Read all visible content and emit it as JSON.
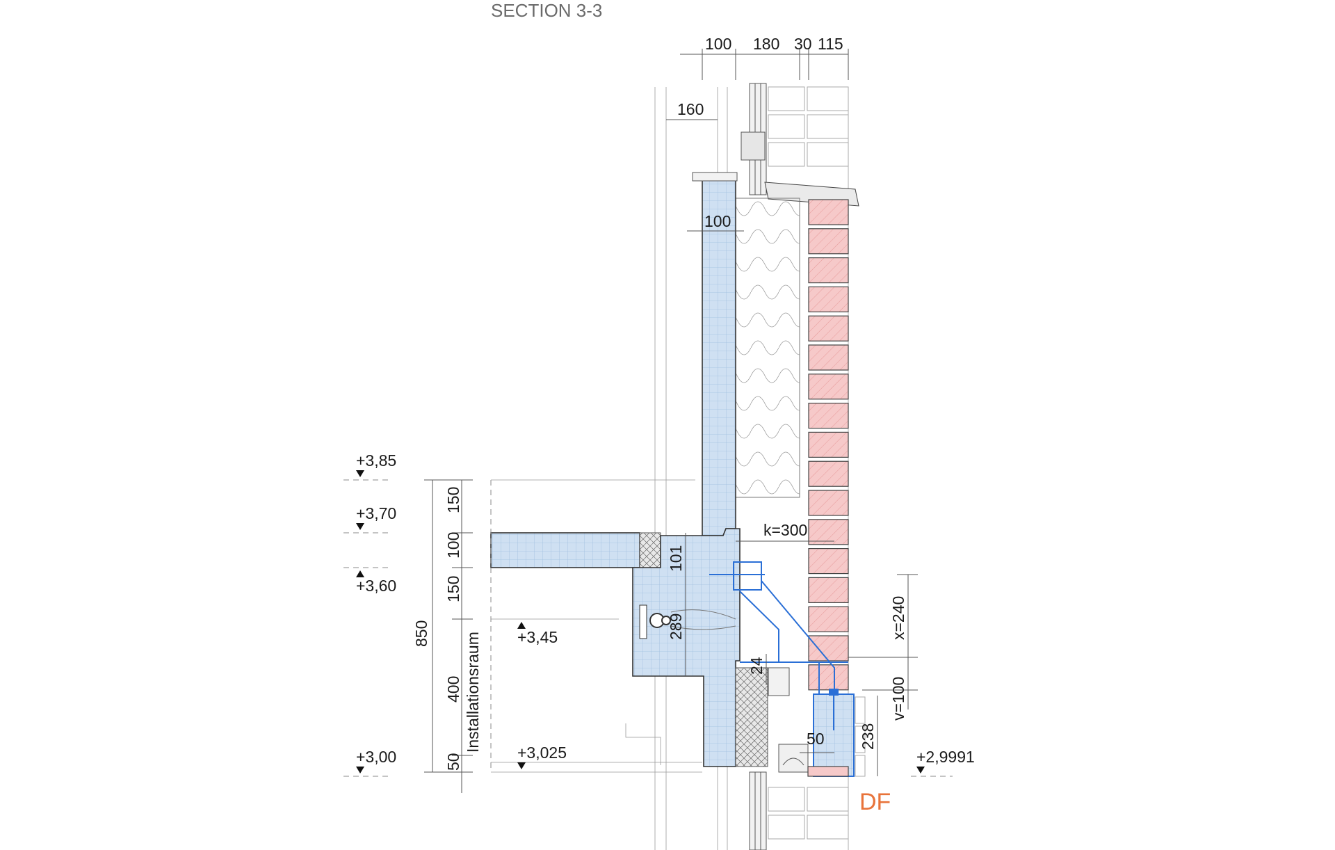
{
  "title": "SECTION 3-3",
  "top_dims": [
    "100",
    "180",
    "30",
    "115"
  ],
  "inner_dims": {
    "d160": "160",
    "d100": "100",
    "k": "k=300",
    "d101": "101",
    "d289": "289",
    "d24": "24",
    "x": "x=240",
    "v": "v=100",
    "d238": "238",
    "d50": "50"
  },
  "left_dims": {
    "total": "850",
    "segments": [
      "150",
      "100",
      "150",
      "400",
      "50"
    ],
    "room_label": "Installationsraum"
  },
  "levels": {
    "l385": "+3,85",
    "l370": "+3,70",
    "l360": "+3,60",
    "l345": "+3,45",
    "l3025": "+3,025",
    "l300": "+3,00",
    "l29991": "+2,9991"
  },
  "tag": "DF",
  "colors": {
    "concrete": "#cfe0f2",
    "brick": "#f6c9c9",
    "steel": "#2a6fd6",
    "tag": "#e8733a"
  }
}
